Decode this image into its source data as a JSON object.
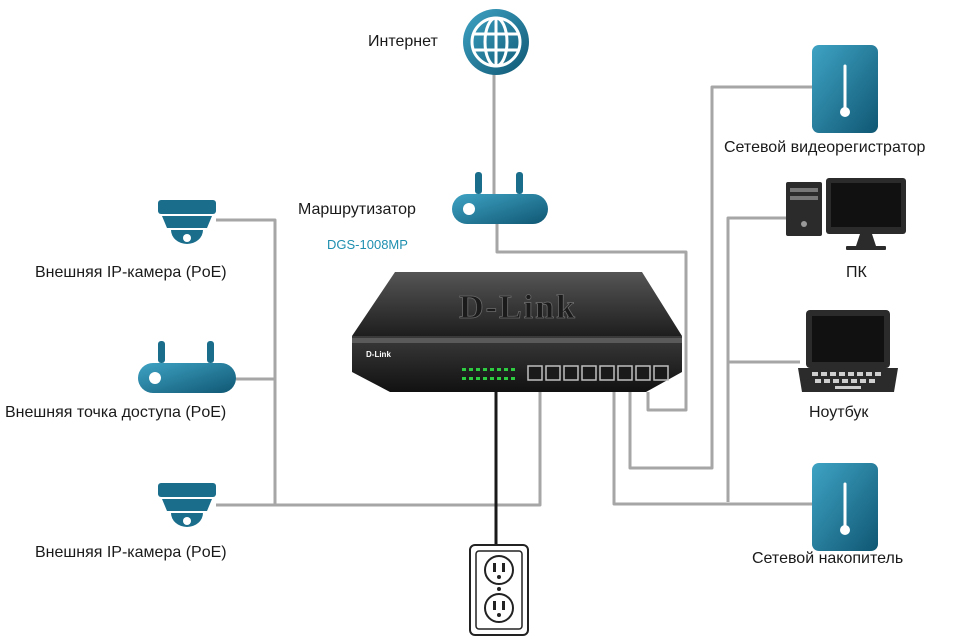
{
  "diagram": {
    "model": "DGS-1008MP",
    "nodes": {
      "internet": {
        "label": "Интернет",
        "icon": "globe-icon"
      },
      "router": {
        "label": "Маршрутизатор",
        "icon": "router-icon"
      },
      "camera_top": {
        "label": "Внешняя IP-камера (PoE)",
        "icon": "dome-camera-icon"
      },
      "access_point": {
        "label": "Внешняя точка доступа (PoE)",
        "icon": "access-point-icon"
      },
      "camera_bottom": {
        "label": "Внешняя IP-камера (PoE)",
        "icon": "dome-camera-icon"
      },
      "nvr": {
        "label": "Сетевой видеорегистратор",
        "icon": "nvr-icon"
      },
      "pc": {
        "label": "ПК",
        "icon": "desktop-pc-icon"
      },
      "laptop": {
        "label": "Ноутбук",
        "icon": "laptop-icon"
      },
      "nas": {
        "label": "Сетевой накопитель",
        "icon": "nas-icon"
      },
      "outlet": {
        "icon": "power-outlet-icon"
      }
    },
    "switch": {
      "brand": "D-Link",
      "icon": "network-switch-icon"
    },
    "colors": {
      "accent": "#1f8fb0",
      "device_blue": "#1a6e8c",
      "cable_gray": "#a6a6a6",
      "power_cable": "#1a1a1a"
    }
  }
}
